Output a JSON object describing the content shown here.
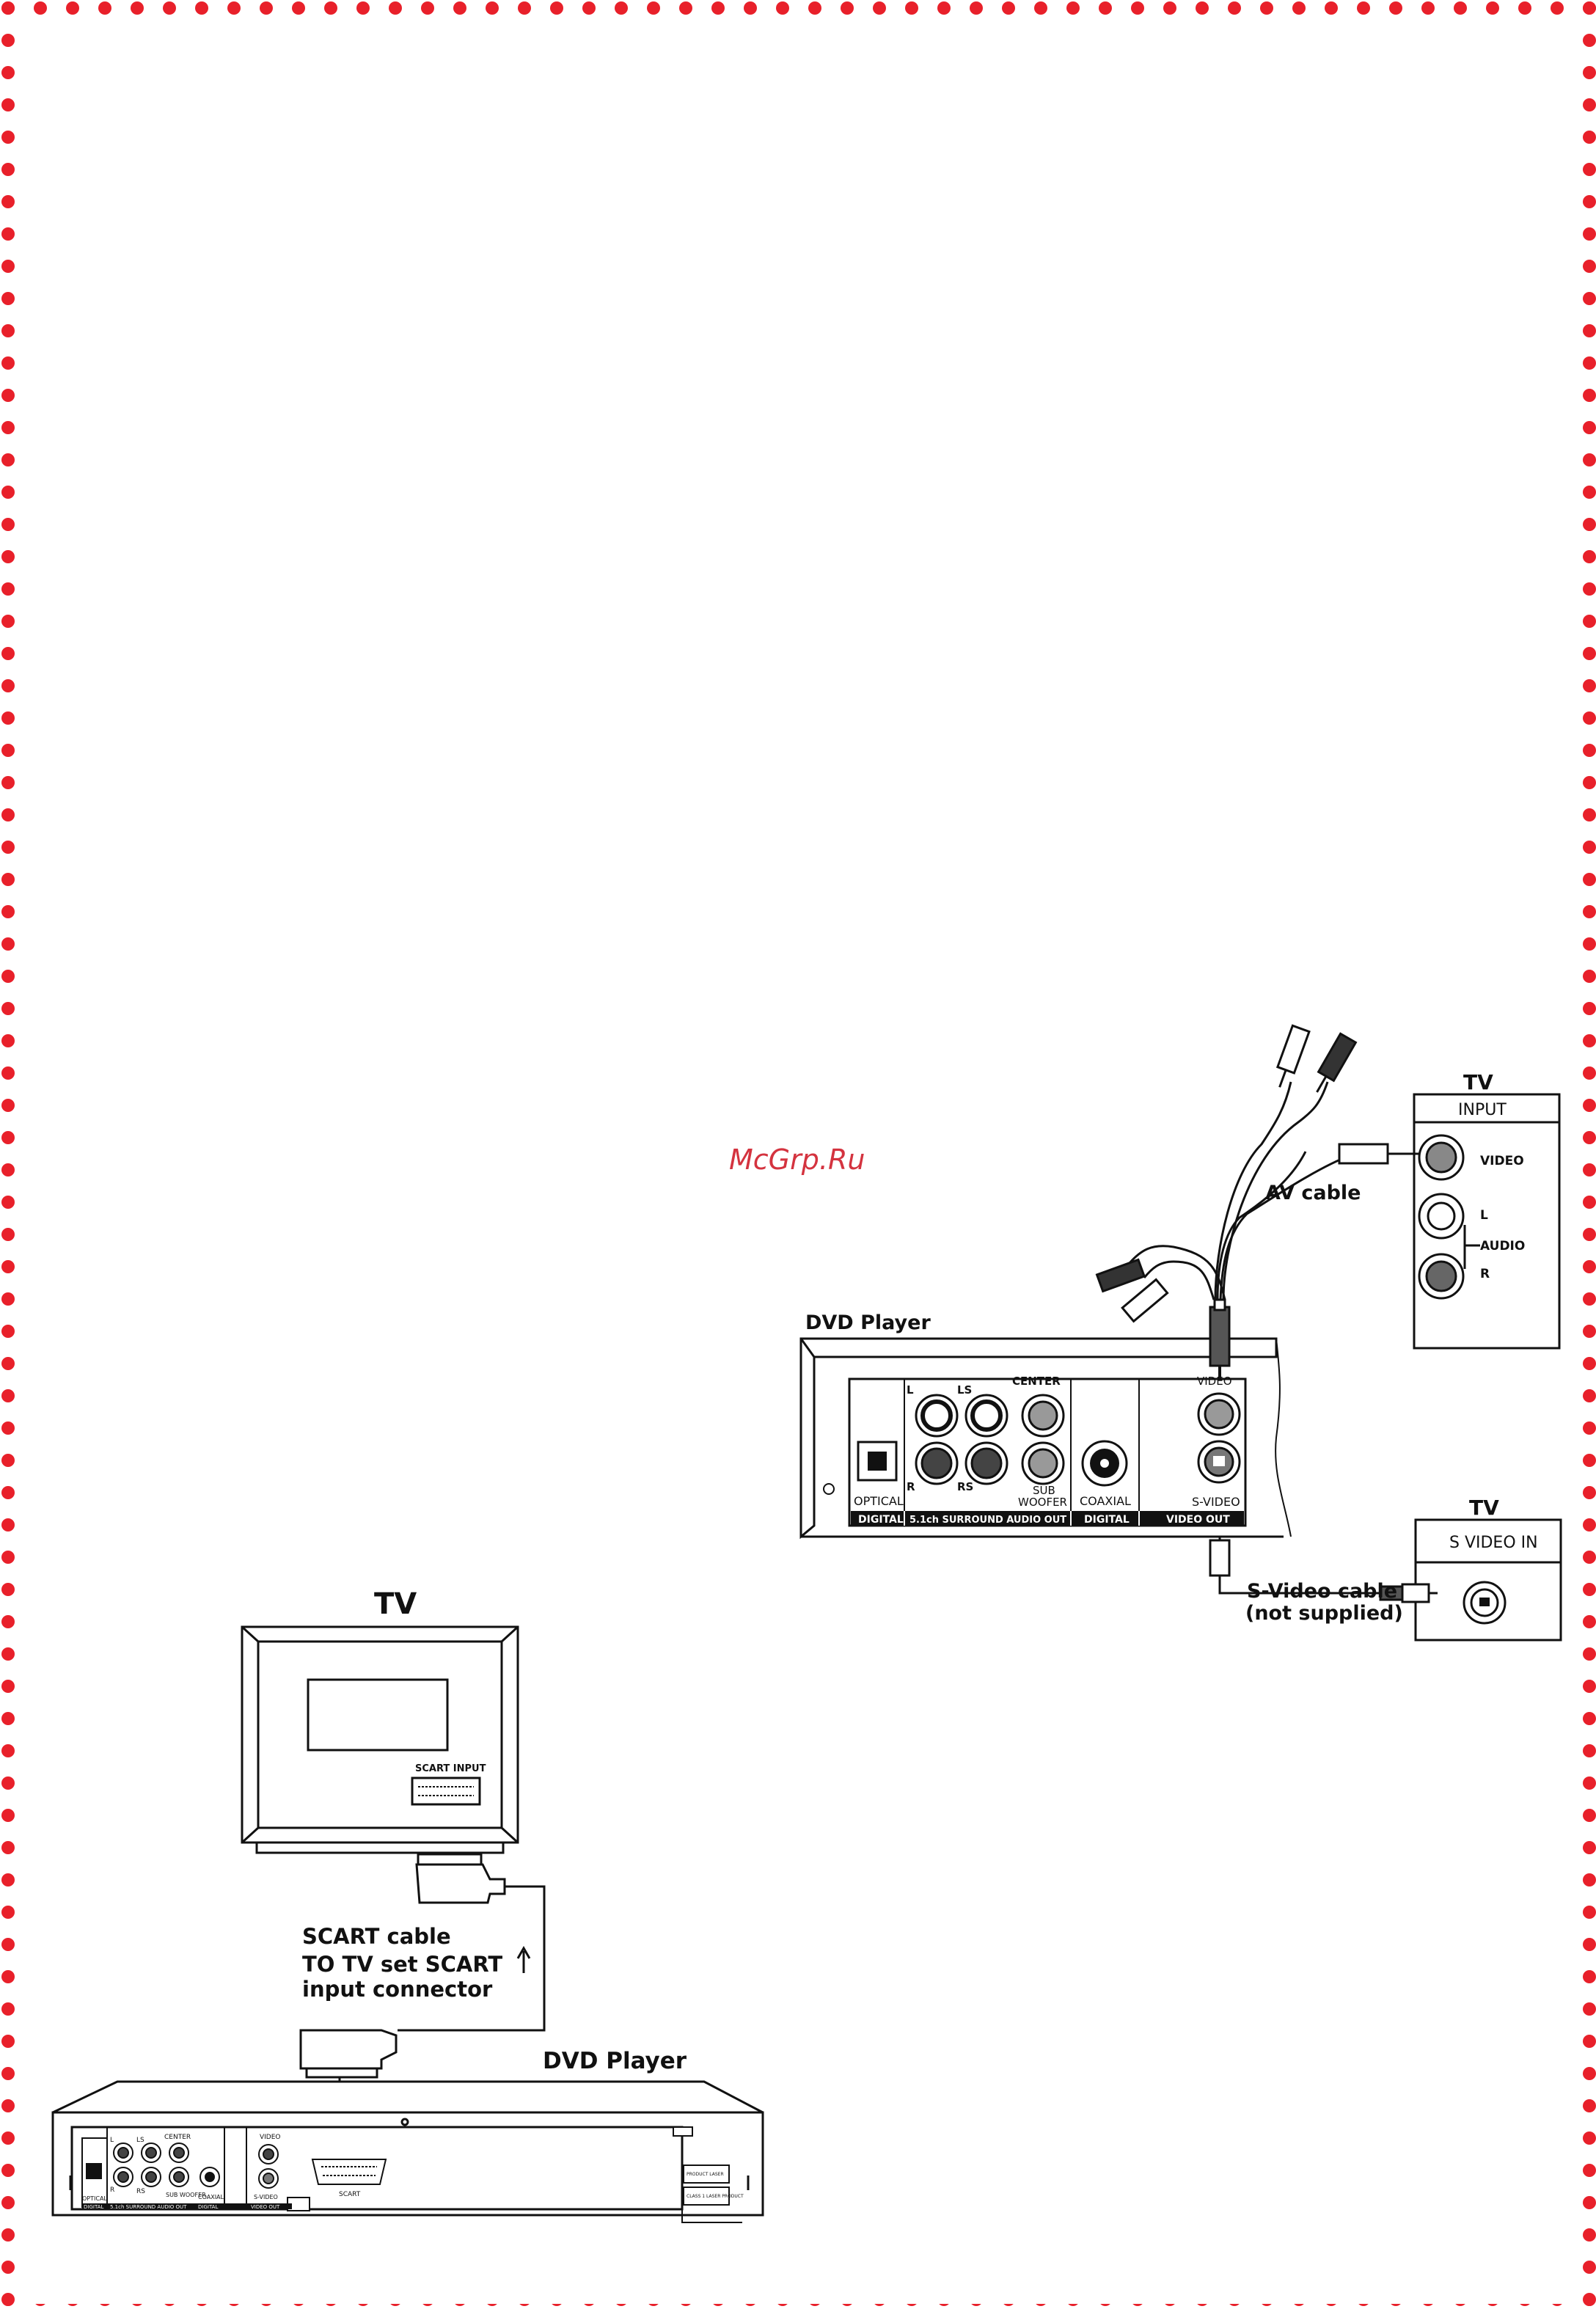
{
  "watermark": "McGrp.Ru",
  "border_color": "#e8202a",
  "border_style": "dotted-circles",
  "av_diagram": {
    "dvd_player_label": "DVD Player",
    "av_cable_label": "AV cable",
    "svideo_cable_label_line1": "S-Video cable",
    "svideo_cable_label_line2": "(not supplied)",
    "tv_input": {
      "title": "TV",
      "header": "INPUT",
      "video": "VIDEO",
      "l": "L",
      "audio": "AUDIO",
      "r": "R"
    },
    "tv_svideo": {
      "title": "TV",
      "header": "S VIDEO IN"
    },
    "panel": {
      "optical": "OPTICAL",
      "digital1": "DIGITAL",
      "l": "L",
      "ls": "LS",
      "center": "CENTER",
      "r": "R",
      "rs": "RS",
      "sub": "SUB",
      "woofer": "WOOFER",
      "surround": "5.1ch SURROUND AUDIO OUT",
      "coaxial": "COAXIAL",
      "digital2": "DIGITAL",
      "video": "VIDEO",
      "svideo": "S-VIDEO",
      "video_out": "VIDEO OUT"
    }
  },
  "scart_diagram": {
    "tv_label": "TV",
    "scart_input": "SCART INPUT",
    "cable_line1": "SCART cable",
    "cable_line2": "TO TV set SCART",
    "cable_line3": "input connector",
    "dvd_player_label": "DVD Player",
    "panel": {
      "l": "L",
      "ls": "LS",
      "center": "CENTER",
      "r": "R",
      "rs": "RS",
      "sub_woofer": "SUB WOOFER",
      "optical": "OPTICAL",
      "coaxial": "COAXIAL",
      "digital1": "DIGITAL",
      "surround": "5.1ch SURROUND AUDIO OUT",
      "digital2": "DIGITAL",
      "video": "VIDEO",
      "svideo": "S-VIDEO",
      "video_out": "VIDEO OUT",
      "scart": "SCART",
      "label1": "PRODUCT LASER",
      "label2": "CLASS 1 LASER PRODUCT"
    }
  }
}
